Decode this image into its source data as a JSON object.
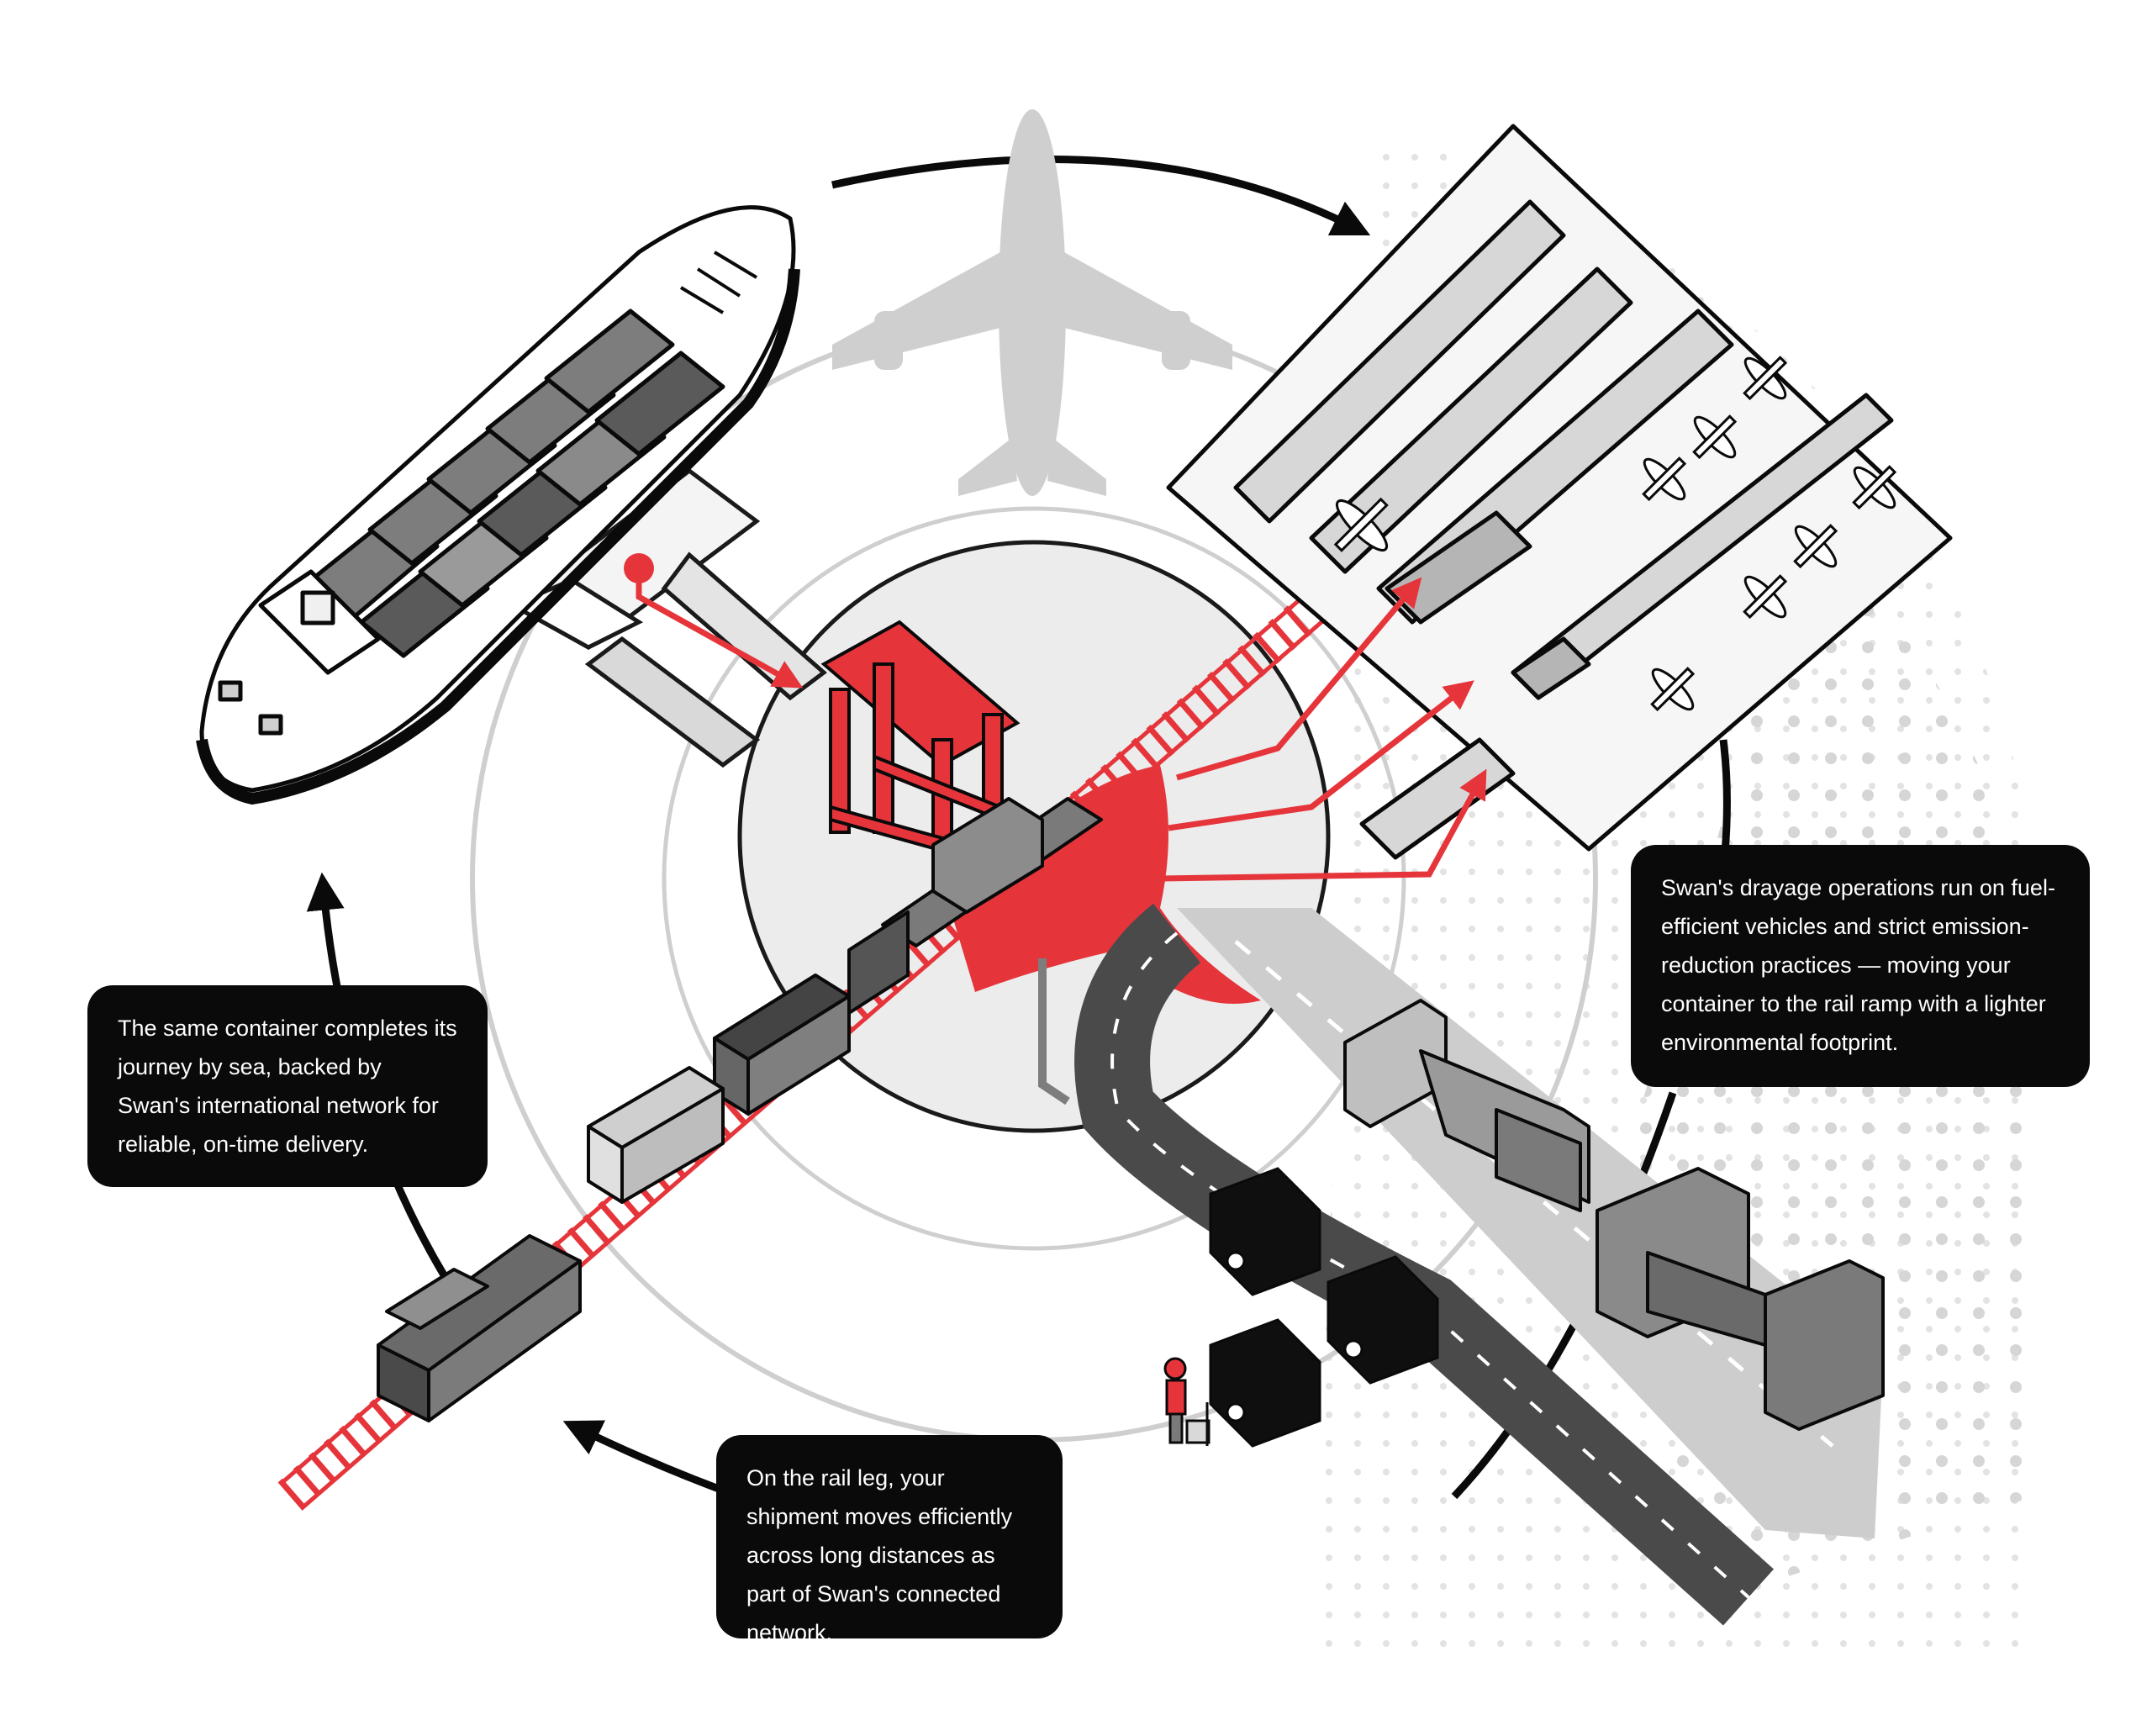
{
  "callouts": {
    "sea": "The same container completes its journey by sea, backed by Swan's international network for reliable, on-time delivery.",
    "drayage": "Swan's drayage operations run on fuel-efficient vehicles and strict emission-reduction practices — moving your container to the rail ramp with a lighter environmental footprint.",
    "rail": "On the rail leg, your shipment moves efficiently across long distances as part of Swan's connected network."
  },
  "icons": {
    "ship": "container-ship-icon",
    "plane": "airplane-icon",
    "airport": "airport-terminal-icon",
    "crane": "gantry-crane-icon",
    "train": "freight-train-icon",
    "truck": "semi-truck-icon",
    "van": "delivery-van-icon",
    "worker": "worker-hand-truck-icon"
  },
  "colors": {
    "accent": "#e5353b",
    "ink": "#0a0a0a",
    "grey_light": "#e6e6e6",
    "grey_mid": "#9b9b9b",
    "grey_dark": "#555555"
  }
}
